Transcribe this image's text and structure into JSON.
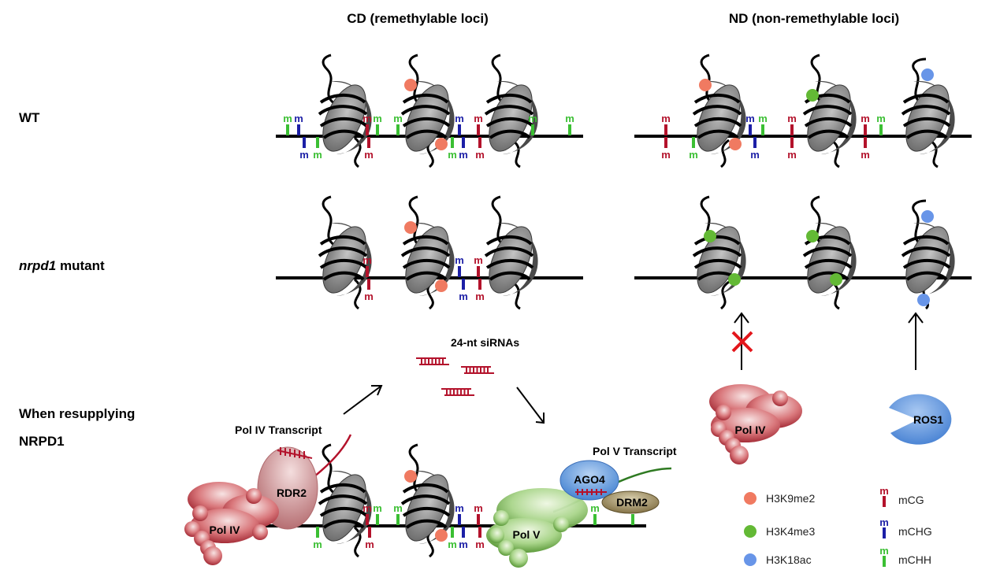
{
  "headers": {
    "cd": "CD (remethylable loci)",
    "nd": "ND (non-remethylable loci)"
  },
  "rows": {
    "wt": "WT",
    "mutant_italic": "nrpd1",
    "mutant_rest": " mutant",
    "resupply_line1": "When resupplying",
    "resupply_line2": "NRPD1"
  },
  "labels": {
    "sirnas": "24-nt siRNAs",
    "pol_iv_transcript": "Pol IV Transcript",
    "pol_v_transcript": "Pol V Transcript",
    "rdr2": "RDR2",
    "pol_iv": "Pol  IV",
    "pol_v": "Pol  V",
    "ago4": "AGO4",
    "drm2": "DRM2",
    "ros1": "ROS1",
    "methyl_mark": "m"
  },
  "legend": {
    "h3k9me2": "H3K9me2",
    "h3k4me3": "H3K4me3",
    "h3k18ac": "H3K18ac",
    "mcg": "mCG",
    "mchg": "mCHG",
    "mchh": "mCHH"
  },
  "colors": {
    "h3k9me2": "#f07a61",
    "h3k4me3": "#63b935",
    "h3k18ac": "#6895e8",
    "mcg": "#b3122b",
    "mchg": "#1c1fa6",
    "mchh": "#3bbf33",
    "blocked": "#e3161b",
    "pol_iv": "#c9444c",
    "pol_v": "#7fb55a",
    "rdr2": "#b86b6b",
    "ago4": "#5b93d6",
    "drm2": "#8a7a4a",
    "ros1": "#4c86d4"
  }
}
